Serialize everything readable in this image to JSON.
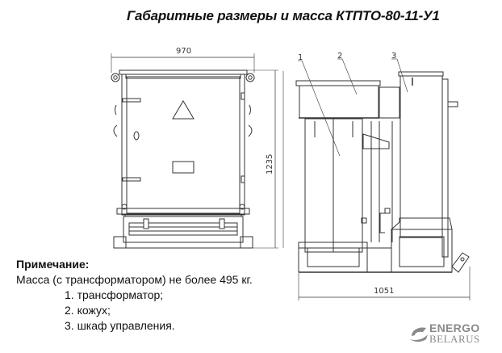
{
  "title": "Габаритные размеры и масса КТПТО-80-11-У1",
  "front_view": {
    "width_dimension": "970",
    "height_dimension": "1235"
  },
  "side_view": {
    "length_dimension": "1051",
    "callouts": [
      "1",
      "2",
      "3"
    ]
  },
  "notes": {
    "header": "Примечание:",
    "mass_text": "Масса (с трансформатором) не более 495 кг.",
    "items": [
      "1. трансформатор;",
      "2. кожух;",
      "3. шкаф управления."
    ]
  },
  "logo": {
    "line1": "ENERGO",
    "line2": "BELARUS",
    "color": "#8a8a8a"
  },
  "colors": {
    "line": "#333333",
    "background": "#ffffff"
  }
}
